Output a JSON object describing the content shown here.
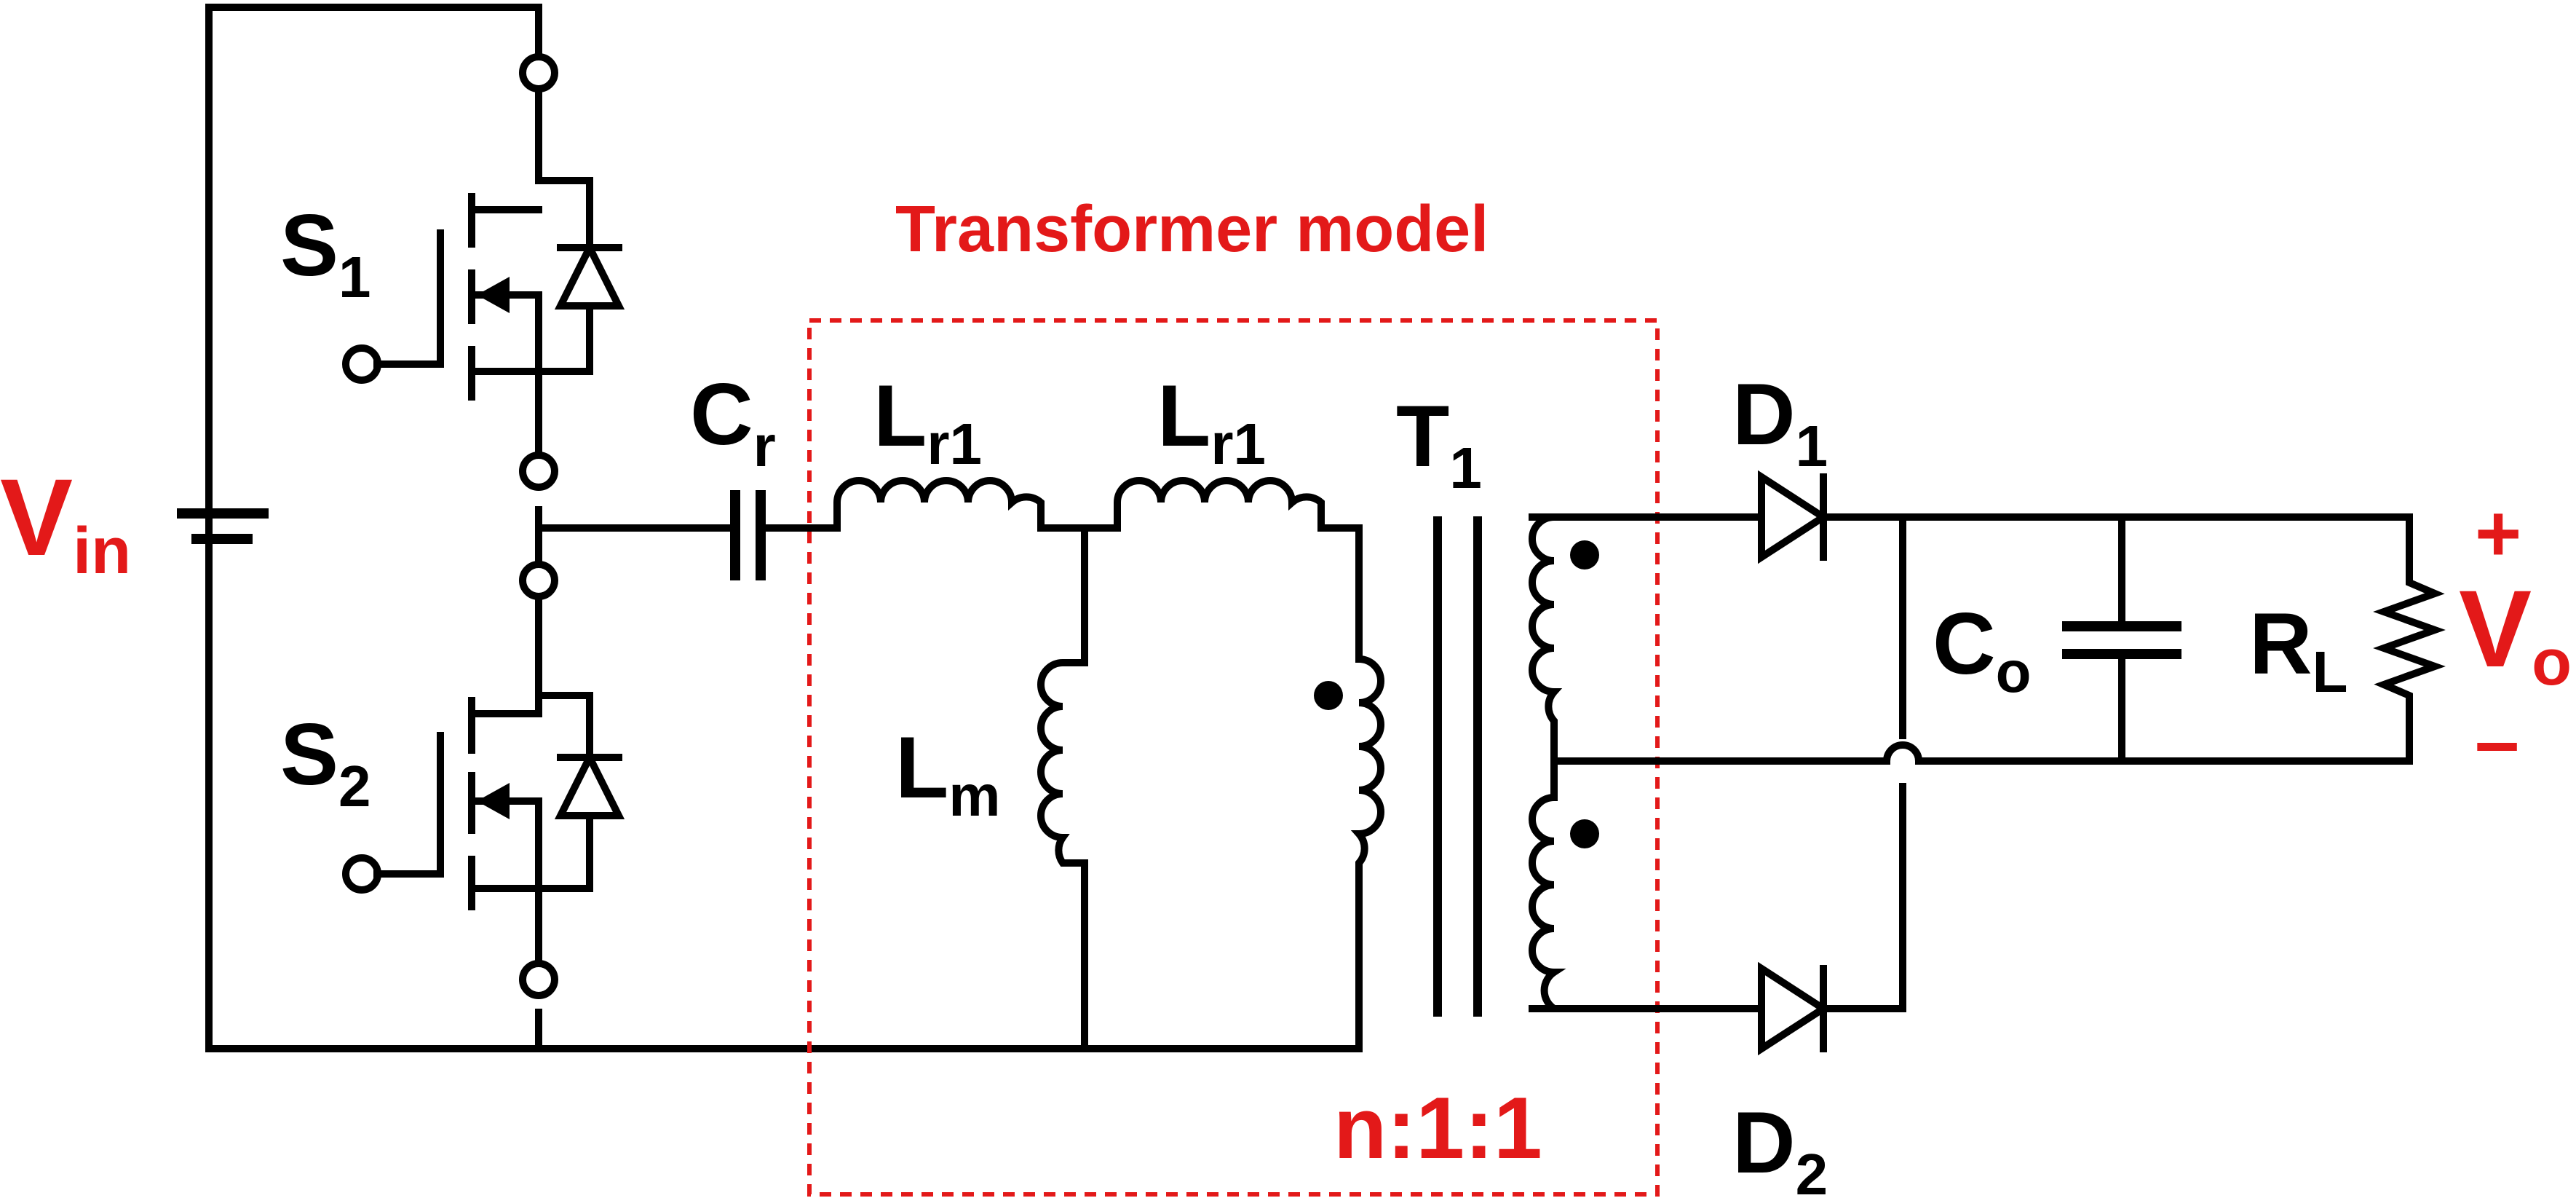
{
  "colors": {
    "wire": "#000000",
    "annotation": "#e31919",
    "background": "#ffffff"
  },
  "labels": {
    "vin_main": "V",
    "vin_sub": "in",
    "s1_main": "S",
    "s1_sub": "1",
    "s2_main": "S",
    "s2_sub": "2",
    "cr_main": "C",
    "cr_sub": "r",
    "lr1a_main": "L",
    "lr1a_sub": "r1",
    "lr1b_main": "L",
    "lr1b_sub": "r1",
    "lm_main": "L",
    "lm_sub": "m",
    "t1_main": "T",
    "t1_sub": "1",
    "d1_main": "D",
    "d1_sub": "1",
    "d2_main": "D",
    "d2_sub": "2",
    "co_main": "C",
    "co_sub": "o",
    "rl_main": "R",
    "rl_sub": "L",
    "vo_main": "V",
    "vo_sub": "o",
    "vo_plus": "+",
    "vo_minus": "–",
    "transformer_model": "Transformer model",
    "turns_ratio": "n:1:1"
  }
}
